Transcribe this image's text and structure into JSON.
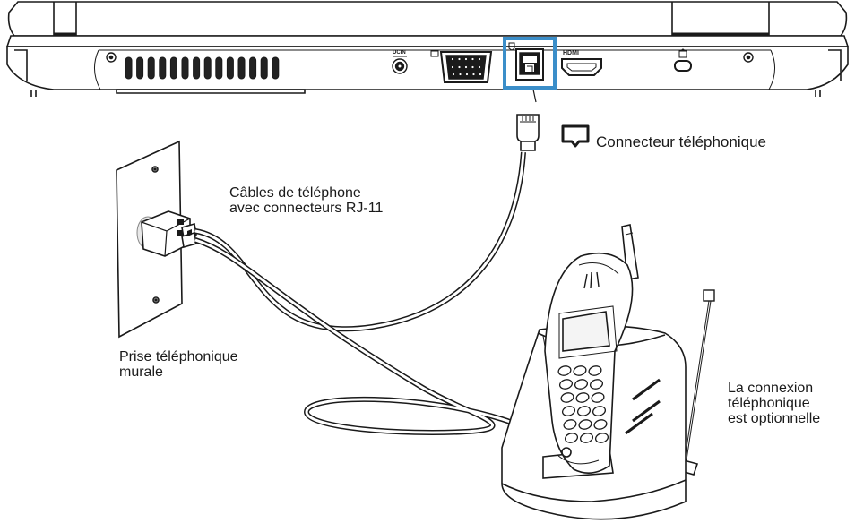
{
  "labels": {
    "phone_connector": "Connecteur téléphonique",
    "cables_line1": "Câbles de téléphone",
    "cables_line2": "avec connecteurs RJ-11",
    "wall_jack_line1": "Prise téléphonique",
    "wall_jack_line2": "murale",
    "optional_line1": "La connexion",
    "optional_line2": "téléphonique",
    "optional_line3": "est optionnelle"
  },
  "port_labels": {
    "hdmi": "HDMI"
  },
  "colors": {
    "highlight": "#3b8ec9",
    "outline": "#1a1a1a",
    "body_fill": "#ffffff",
    "vent_fill": "#222222"
  },
  "icons": [
    "phone-port-icon",
    "kensington-lock-icon",
    "power-jack-icon",
    "vga-port-icon",
    "hdmi-port-icon"
  ]
}
